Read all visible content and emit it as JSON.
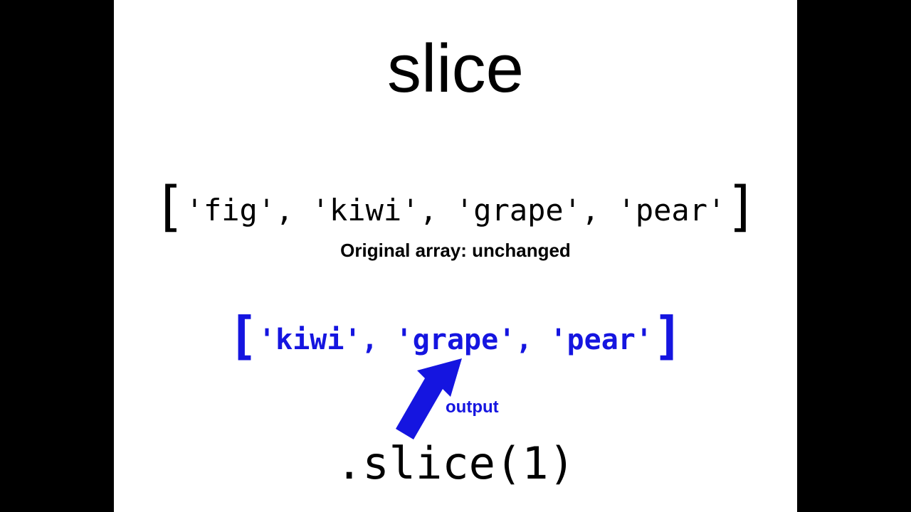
{
  "slide": {
    "title": "slice",
    "original_array": {
      "open_bracket": "[",
      "items_text": "'fig', 'kiwi', 'grape', 'pear'",
      "close_bracket": "]"
    },
    "caption": "Original array: unchanged",
    "result_array": {
      "open_bracket": "[",
      "items_text": "'kiwi', 'grape', 'pear'",
      "close_bracket": "]"
    },
    "arrow_label": "output",
    "method_call": ".slice(1)"
  },
  "colors": {
    "background": "#ffffff",
    "letterbox": "#000000",
    "text": "#000000",
    "accent": "#1515e0"
  },
  "icons": {
    "arrow": "arrow-up-right-icon"
  }
}
